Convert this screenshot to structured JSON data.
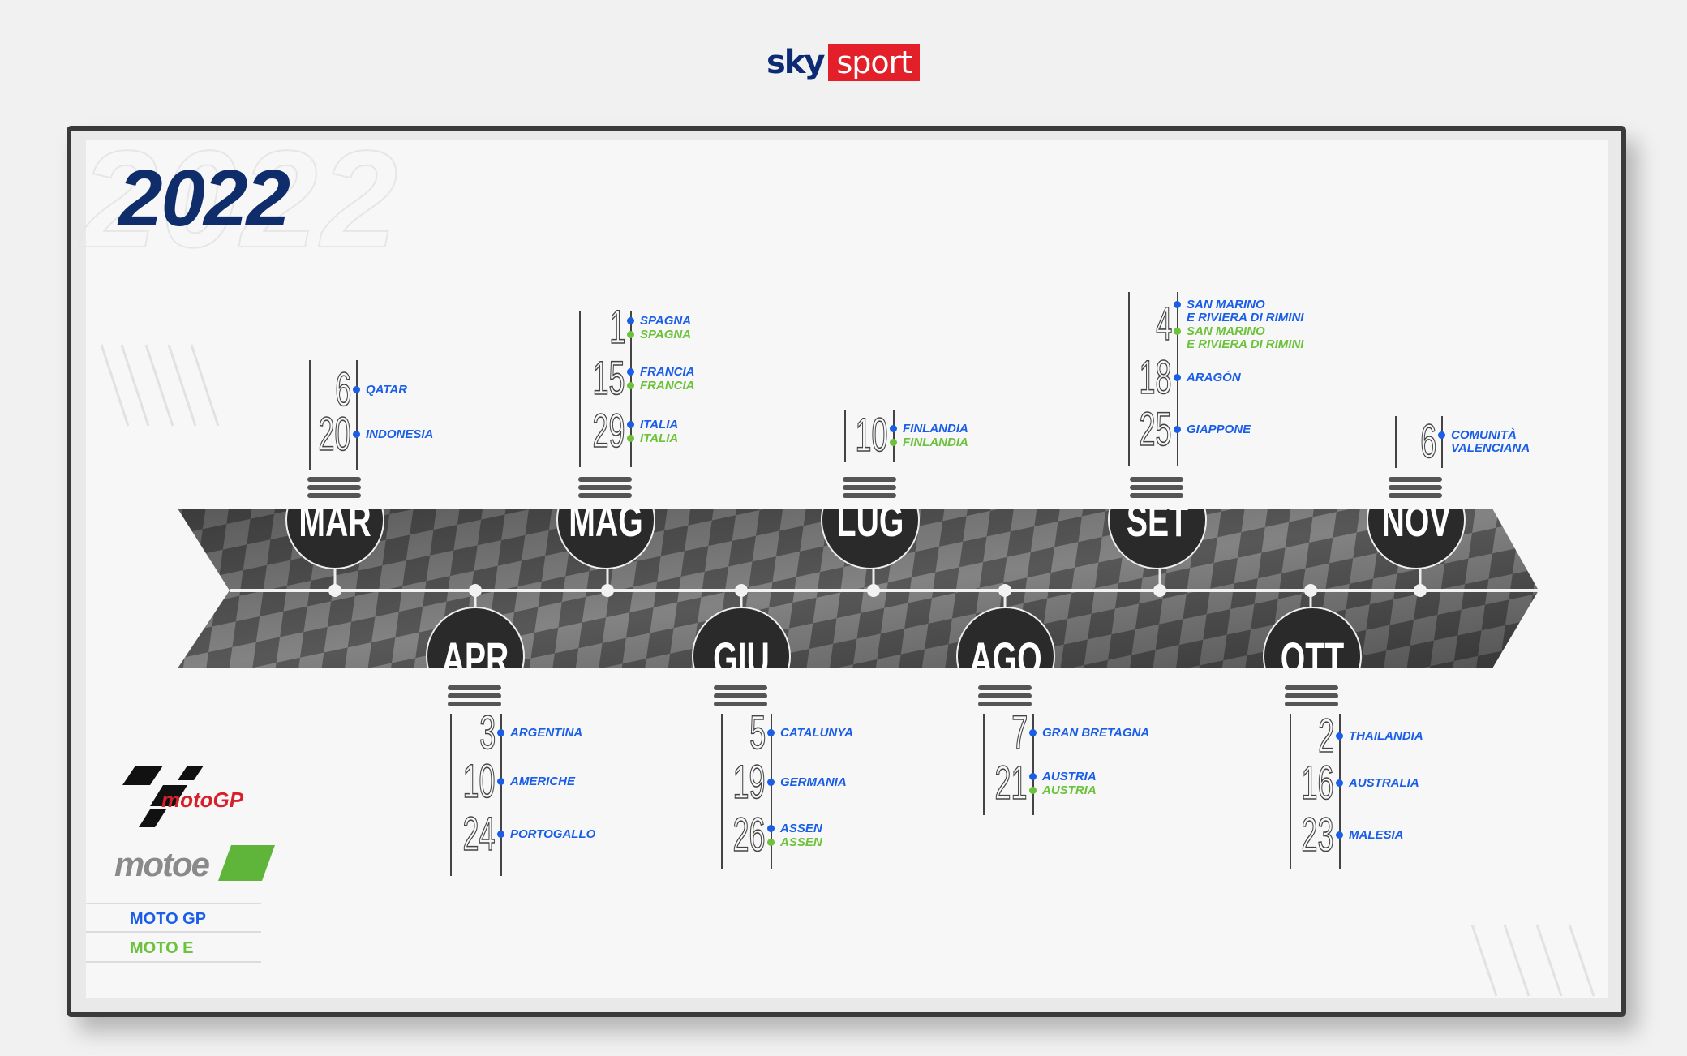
{
  "header": {
    "logo_sky": "sky",
    "logo_sport": "sport"
  },
  "title": {
    "year": "2022",
    "background_year": "2022"
  },
  "colors": {
    "motogp": "#1a5ee8",
    "motoe": "#6cc23a",
    "brand_red": "#e3202a",
    "navy": "#0f2c6b"
  },
  "logos": {
    "motogp": "motoGP",
    "motoe": "motoe"
  },
  "legend": [
    {
      "label": "MOTO GP",
      "series": "motogp"
    },
    {
      "label": "MOTO E",
      "series": "motoe"
    }
  ],
  "months": [
    {
      "label": "MAR",
      "entries": [
        {
          "day": "6",
          "races": [
            {
              "series": "motogp",
              "name": "QATAR"
            }
          ]
        },
        {
          "day": "20",
          "races": [
            {
              "series": "motogp",
              "name": "INDONESIA"
            }
          ]
        }
      ]
    },
    {
      "label": "APR",
      "entries": [
        {
          "day": "3",
          "races": [
            {
              "series": "motogp",
              "name": "ARGENTINA"
            }
          ]
        },
        {
          "day": "10",
          "races": [
            {
              "series": "motogp",
              "name": "AMERICHE"
            }
          ]
        },
        {
          "day": "24",
          "races": [
            {
              "series": "motogp",
              "name": "PORTOGALLO"
            }
          ]
        }
      ]
    },
    {
      "label": "MAG",
      "entries": [
        {
          "day": "1",
          "races": [
            {
              "series": "motogp",
              "name": "SPAGNA"
            },
            {
              "series": "motoe",
              "name": "SPAGNA"
            }
          ]
        },
        {
          "day": "15",
          "races": [
            {
              "series": "motogp",
              "name": "FRANCIA"
            },
            {
              "series": "motoe",
              "name": "FRANCIA"
            }
          ]
        },
        {
          "day": "29",
          "races": [
            {
              "series": "motogp",
              "name": "ITALIA"
            },
            {
              "series": "motoe",
              "name": "ITALIA"
            }
          ]
        }
      ]
    },
    {
      "label": "GIU",
      "entries": [
        {
          "day": "5",
          "races": [
            {
              "series": "motogp",
              "name": "CATALUNYA"
            }
          ]
        },
        {
          "day": "19",
          "races": [
            {
              "series": "motogp",
              "name": "GERMANIA"
            }
          ]
        },
        {
          "day": "26",
          "races": [
            {
              "series": "motogp",
              "name": "ASSEN"
            },
            {
              "series": "motoe",
              "name": "ASSEN"
            }
          ]
        }
      ]
    },
    {
      "label": "LUG",
      "entries": [
        {
          "day": "10",
          "races": [
            {
              "series": "motogp",
              "name": "FINLANDIA"
            },
            {
              "series": "motoe",
              "name": "FINLANDIA"
            }
          ]
        }
      ]
    },
    {
      "label": "AGO",
      "entries": [
        {
          "day": "7",
          "races": [
            {
              "series": "motogp",
              "name": "GRAN BRETAGNA"
            }
          ]
        },
        {
          "day": "21",
          "races": [
            {
              "series": "motogp",
              "name": "AUSTRIA"
            },
            {
              "series": "motoe",
              "name": "AUSTRIA"
            }
          ]
        }
      ]
    },
    {
      "label": "SET",
      "entries": [
        {
          "day": "4",
          "races": [
            {
              "series": "motogp",
              "name": "SAN MARINO\nE RIVIERA DI RIMINI"
            },
            {
              "series": "motoe",
              "name": "SAN MARINO\nE RIVIERA DI RIMINI"
            }
          ]
        },
        {
          "day": "18",
          "races": [
            {
              "series": "motogp",
              "name": "ARAGÓN"
            }
          ]
        },
        {
          "day": "25",
          "races": [
            {
              "series": "motogp",
              "name": "GIAPPONE"
            }
          ]
        }
      ]
    },
    {
      "label": "OTT",
      "entries": [
        {
          "day": "2",
          "races": [
            {
              "series": "motogp",
              "name": "THAILANDIA"
            }
          ]
        },
        {
          "day": "16",
          "races": [
            {
              "series": "motogp",
              "name": "AUSTRALIA"
            }
          ]
        },
        {
          "day": "23",
          "races": [
            {
              "series": "motogp",
              "name": "MALESIA"
            }
          ]
        }
      ]
    },
    {
      "label": "NOV",
      "entries": [
        {
          "day": "6",
          "races": [
            {
              "series": "motogp",
              "name": "COMUNITÀ\nVALENCIANA"
            }
          ]
        }
      ]
    }
  ]
}
